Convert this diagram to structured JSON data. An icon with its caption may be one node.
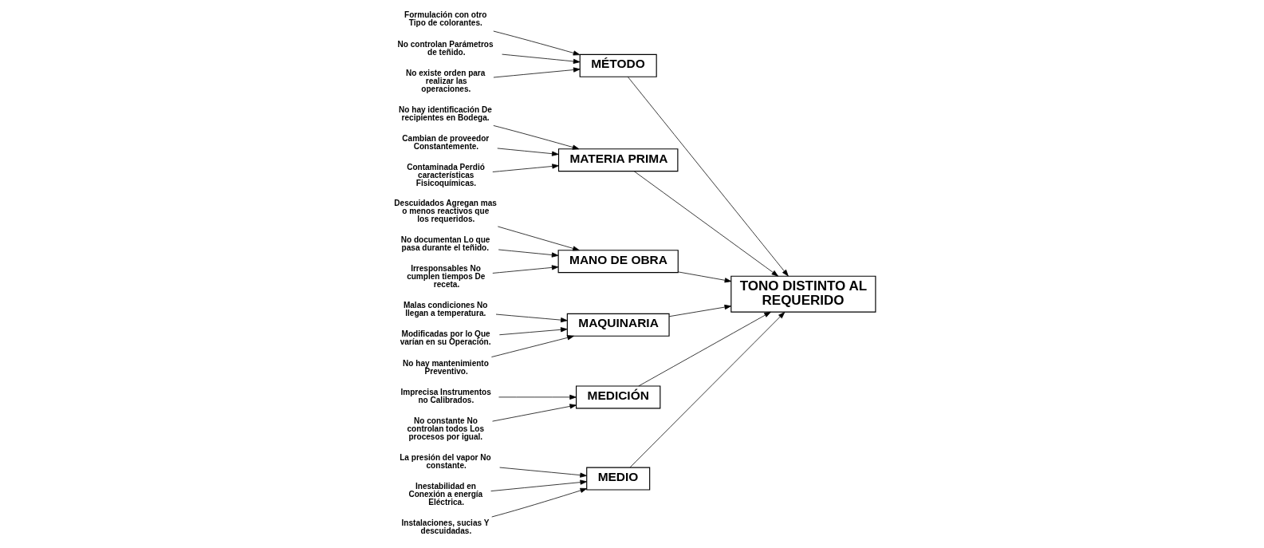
{
  "diagram": {
    "nodes": [
      {
        "text": [
          "MEDIO"
        ]
      },
      {
        "text": [
          "MÉTODO"
        ]
      },
      {
        "text": [
          "MATERIA PRIMA"
        ]
      },
      {
        "text": [
          "TONO DISTINTO AL REQUERIDO"
        ]
      },
      {
        "text": [
          "MANO DE OBRA"
        ]
      },
      {
        "text": [
          "MAQUINARIA"
        ]
      },
      {
        "text": [
          "MEDICIÓN"
        ]
      },
      {
        "text": [
          "La presión del vapor No constante."
        ]
      },
      {
        "text": [
          "Inestabilidad en Conexión a energía Eléctrica."
        ]
      },
      {
        "text": [
          "Instalaciones, sucias Y descuidadas."
        ]
      },
      {
        "text": [
          "Formulación con otro Tipo de colorantes."
        ]
      },
      {
        "text": [
          "No controlan Parámetros de teñido."
        ]
      },
      {
        "text": [
          "No existe orden para realizar las operaciones."
        ]
      },
      {
        "text": [
          "No hay identificación De recipientes en Bodega."
        ]
      },
      {
        "text": [
          "Cambian de proveedor Constantemente."
        ]
      },
      {
        "text": [
          "Contaminada Perdió características Fisicoquímicas."
        ]
      },
      {
        "text": [
          "Descuidados Agregan mas o menos reactivos que los requeridos."
        ]
      },
      {
        "text": [
          "No documentan Lo que pasa durante el teñido."
        ]
      },
      {
        "text": [
          "Irresponsables No cumplen tiempos De receta."
        ]
      },
      {
        "text": [
          "Malas condiciones No llegan a temperatura."
        ]
      },
      {
        "text": [
          "Modificadas por lo Que varían en su Operación."
        ]
      },
      {
        "text": [
          "No hay mantenimiento Preventivo."
        ]
      },
      {
        "text": [
          "Imprecisa Instrumentos no Calibrados."
        ]
      },
      {
        "text": [
          "No constante No controlan todos Los procesos por igual."
        ]
      }
    ],
    "edges": [
      {
        "from": 7,
        "to": 0,
        "arrow": "to"
      },
      {
        "from": 8,
        "to": 0,
        "arrow": "to"
      },
      {
        "from": 9,
        "to": 0,
        "arrow": "to"
      },
      {
        "from": 10,
        "to": 1,
        "arrow": "to"
      },
      {
        "from": 11,
        "to": 1,
        "arrow": "to"
      },
      {
        "from": 12,
        "to": 1,
        "arrow": "to"
      },
      {
        "from": 13,
        "to": 2,
        "arrow": "to"
      },
      {
        "from": 14,
        "to": 2,
        "arrow": "to"
      },
      {
        "from": 15,
        "to": 2,
        "arrow": "to"
      },
      {
        "from": 16,
        "to": 4,
        "arrow": "to"
      },
      {
        "from": 17,
        "to": 4,
        "arrow": "to"
      },
      {
        "from": 18,
        "to": 4,
        "arrow": "to"
      },
      {
        "from": 19,
        "to": 5,
        "arrow": "to"
      },
      {
        "from": 20,
        "to": 5,
        "arrow": "to"
      },
      {
        "from": 21,
        "to": 5,
        "arrow": "to"
      },
      {
        "from": 22,
        "to": 6,
        "arrow": "to"
      },
      {
        "from": 23,
        "to": 6,
        "arrow": "to"
      },
      {
        "from": 0,
        "to": 3,
        "arrow": "to"
      },
      {
        "from": 1,
        "to": 3,
        "arrow": "to"
      },
      {
        "from": 2,
        "to": 3,
        "arrow": "to"
      },
      {
        "from": 4,
        "to": 3,
        "arrow": "to"
      },
      {
        "from": 5,
        "to": 3,
        "arrow": "to"
      },
      {
        "from": 6,
        "to": 3,
        "arrow": "to"
      }
    ]
  }
}
